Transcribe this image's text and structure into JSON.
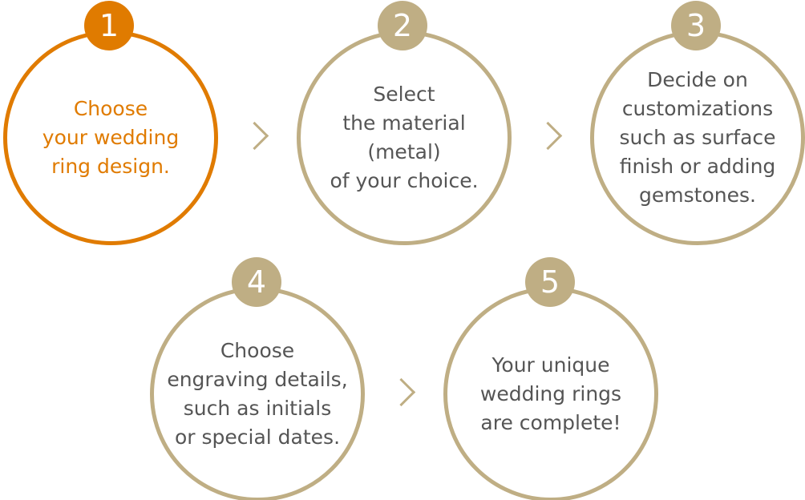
{
  "steps": [
    {
      "number": "1",
      "text": "Choose\nyour wedding\nring design.",
      "active": true
    },
    {
      "number": "2",
      "text": "Select\nthe material\n(metal)\nof your choice.",
      "active": false
    },
    {
      "number": "3",
      "text": "Decide on\ncustomizations\nsuch as surface\nfinish or adding\ngemstones.",
      "active": false
    },
    {
      "number": "4",
      "text": "Choose\nengraving details,\nsuch as initials\nor special dates.",
      "active": false
    },
    {
      "number": "5",
      "text": "Your unique\nwedding rings\nare complete!",
      "active": false
    }
  ],
  "colors": {
    "active": "#e07b00",
    "inactive": "#bfae84",
    "text": "#555555"
  }
}
